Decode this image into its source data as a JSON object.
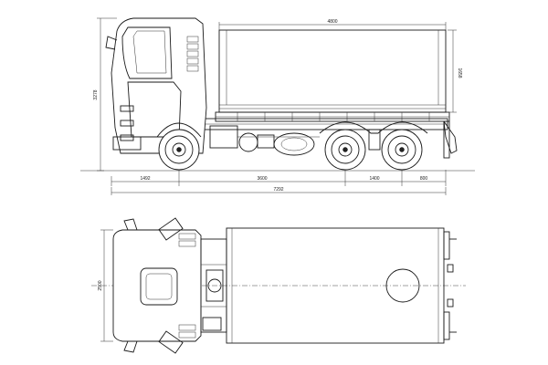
{
  "side_view": {
    "dim_body_length": "4800",
    "dim_body_height": "1658",
    "dim_total_height": "3278",
    "dim_front_overhang": "1492",
    "dim_wheelbase_front": "3600",
    "dim_tandem_spacing": "1400",
    "dim_rear_overhang": "800",
    "dim_total_length": "7292"
  },
  "top_view": {
    "dim_width": "2500"
  }
}
